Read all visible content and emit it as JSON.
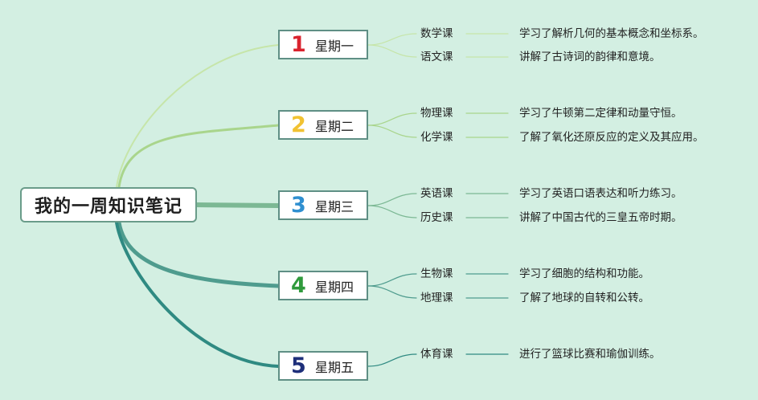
{
  "root": {
    "title": "我的一周知识笔记"
  },
  "days": [
    {
      "number": "1",
      "label": "星期一",
      "number_color": "#d9232e",
      "link_color": "#c6e5a9",
      "subjects": [
        {
          "name": "数学课",
          "note": "学习了解析几何的基本概念和坐标系。"
        },
        {
          "name": "语文课",
          "note": "讲解了古诗词的韵律和意境。"
        }
      ]
    },
    {
      "number": "2",
      "label": "星期二",
      "number_color": "#f1c232",
      "link_color": "#a9d58c",
      "subjects": [
        {
          "name": "物理课",
          "note": "学习了牛顿第二定律和动量守恒。"
        },
        {
          "name": "化学课",
          "note": "了解了氧化还原反应的定义及其应用。"
        }
      ]
    },
    {
      "number": "3",
      "label": "星期三",
      "number_color": "#2f8fd0",
      "link_color": "#7cb894",
      "subjects": [
        {
          "name": "英语课",
          "note": "学习了英语口语表达和听力练习。"
        },
        {
          "name": "历史课",
          "note": "讲解了中国古代的三皇五帝时期。"
        }
      ]
    },
    {
      "number": "4",
      "label": "星期四",
      "number_color": "#2f9a3c",
      "link_color": "#4f9c8e",
      "subjects": [
        {
          "name": "生物课",
          "note": "学习了细胞的结构和功能。"
        },
        {
          "name": "地理课",
          "note": "了解了地球的自转和公转。"
        }
      ]
    },
    {
      "number": "5",
      "label": "星期五",
      "number_color": "#1e2f7a",
      "link_color": "#2f8a82",
      "subjects": [
        {
          "name": "体育课",
          "note": "进行了篮球比赛和瑜伽训练。"
        }
      ]
    }
  ]
}
